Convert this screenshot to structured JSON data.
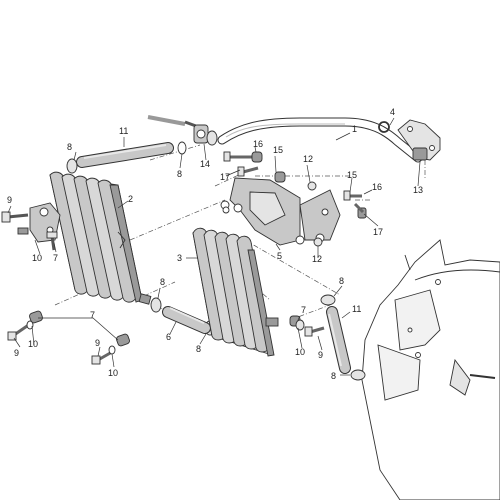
{
  "colors": {
    "line": "#333333",
    "fill_light": "#e4e4e4",
    "fill_mid": "#c8c8c8",
    "fill_dark": "#9a9a9a",
    "background": "#ffffff"
  },
  "callouts": {
    "c1": "1",
    "c2": "2",
    "c3": "3",
    "c4": "4",
    "c5": "5",
    "c6": "6",
    "c7a": "7",
    "c7b": "7",
    "c7c": "7",
    "c8a": "8",
    "c8b": "8",
    "c8c": "8",
    "c8d": "8",
    "c8e": "8",
    "c8f": "8",
    "c9a": "9",
    "c9b": "9",
    "c9c": "9",
    "c9d": "9",
    "c10a": "10",
    "c10b": "10",
    "c10c": "10",
    "c10d": "10",
    "c11a": "11",
    "c11b": "11",
    "c12a": "12",
    "c12b": "12",
    "c13": "13",
    "c14": "14",
    "c15a": "15",
    "c15b": "15",
    "c16a": "16",
    "c16b": "16",
    "c17a": "17",
    "c17b": "17"
  }
}
